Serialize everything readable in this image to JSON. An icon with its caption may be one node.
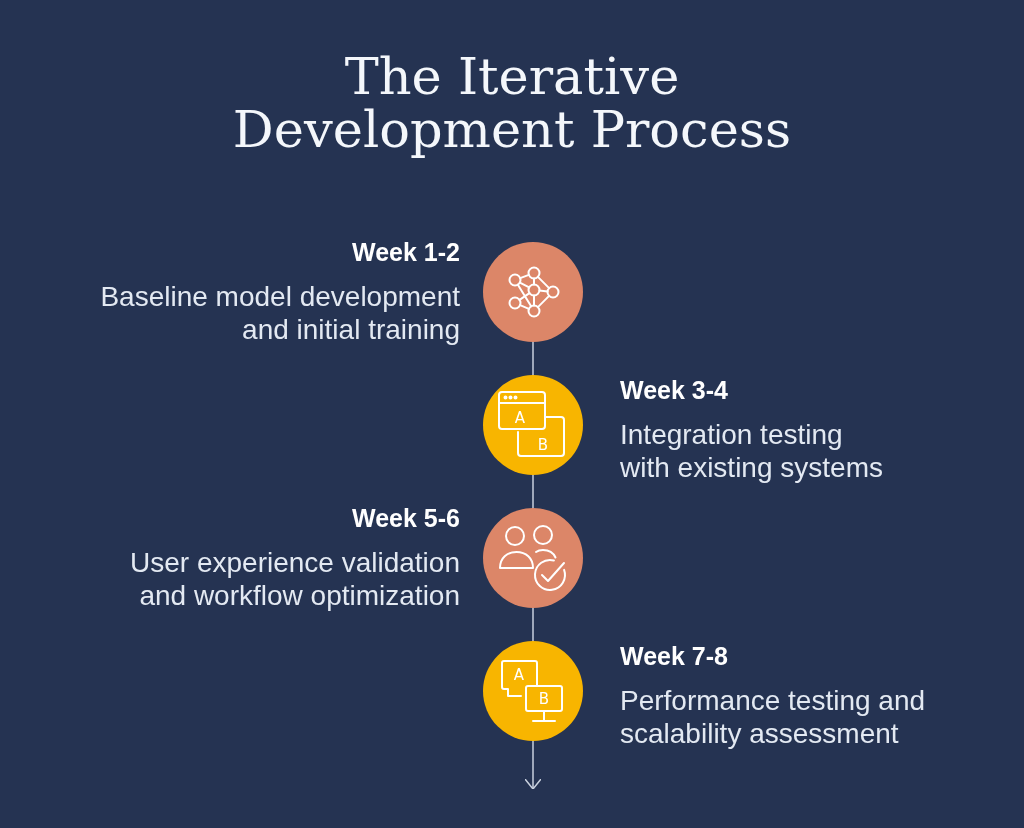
{
  "diagram": {
    "title": "The Iterative Development Process",
    "nodes": [
      {
        "text": [],
        "shape": "circle",
        "beside": [
          "Week 1-2",
          "Baseline model development and initial training"
        ]
      },
      {
        "text": [],
        "shape": "circle",
        "beside": [
          "Week 3-4",
          "Integration testing with existing systems"
        ]
      },
      {
        "text": [],
        "shape": "circle",
        "beside": [
          "Week 5-6",
          "User experience validation and workflow optimization"
        ]
      },
      {
        "text": [],
        "shape": "circle",
        "beside": [
          "Week 7-8",
          "Performance testing and scalability assessment"
        ]
      }
    ],
    "edges": [
      {
        "from": 0,
        "to": 1,
        "arrow": "none"
      },
      {
        "from": 1,
        "to": 2,
        "arrow": "none"
      },
      {
        "from": 2,
        "to": 3,
        "arrow": "none"
      },
      {
        "from": 3,
        "to": null,
        "arrow": "to"
      }
    ],
    "labels": [
      "A",
      "B",
      "A",
      "B"
    ]
  }
}
